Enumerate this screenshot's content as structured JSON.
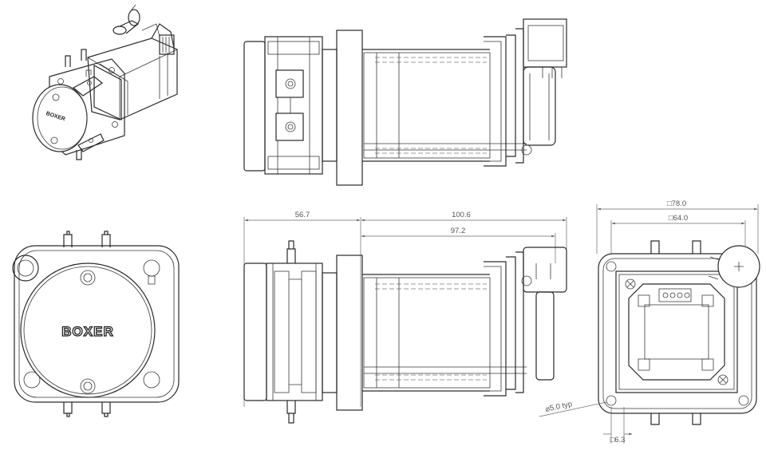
{
  "drawing": {
    "brand_front": "BOXER",
    "brand_iso": "BOXER",
    "dimensions": {
      "length_a": "56.7",
      "length_b": "100.6",
      "length_c": "97.2",
      "width_outer": "□78.0",
      "width_inner": "□64.0",
      "hole_dia": "⌀5.0 typ",
      "offset": "□6.3"
    }
  }
}
